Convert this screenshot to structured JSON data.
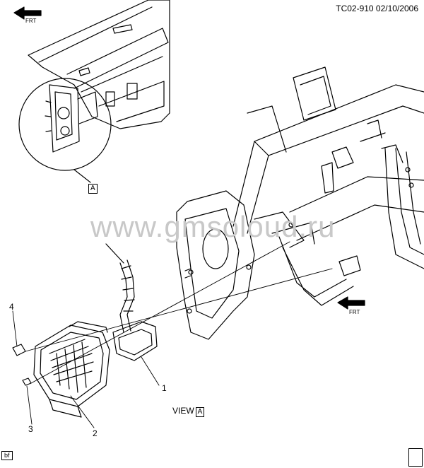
{
  "header": {
    "id_date": "TC02-910  02/10/2006"
  },
  "callouts": [
    {
      "number": "1"
    },
    {
      "number": "2"
    },
    {
      "number": "3"
    },
    {
      "number": "4"
    }
  ],
  "view": {
    "label": "VIEW",
    "letter": "A"
  },
  "detail_ref": {
    "letter": "A"
  },
  "frt_arrows": [
    {
      "text": "FRT"
    },
    {
      "text": "FRT"
    }
  ],
  "watermark": "www.gmsoloud.ru",
  "footer": {
    "badge": "bf"
  }
}
